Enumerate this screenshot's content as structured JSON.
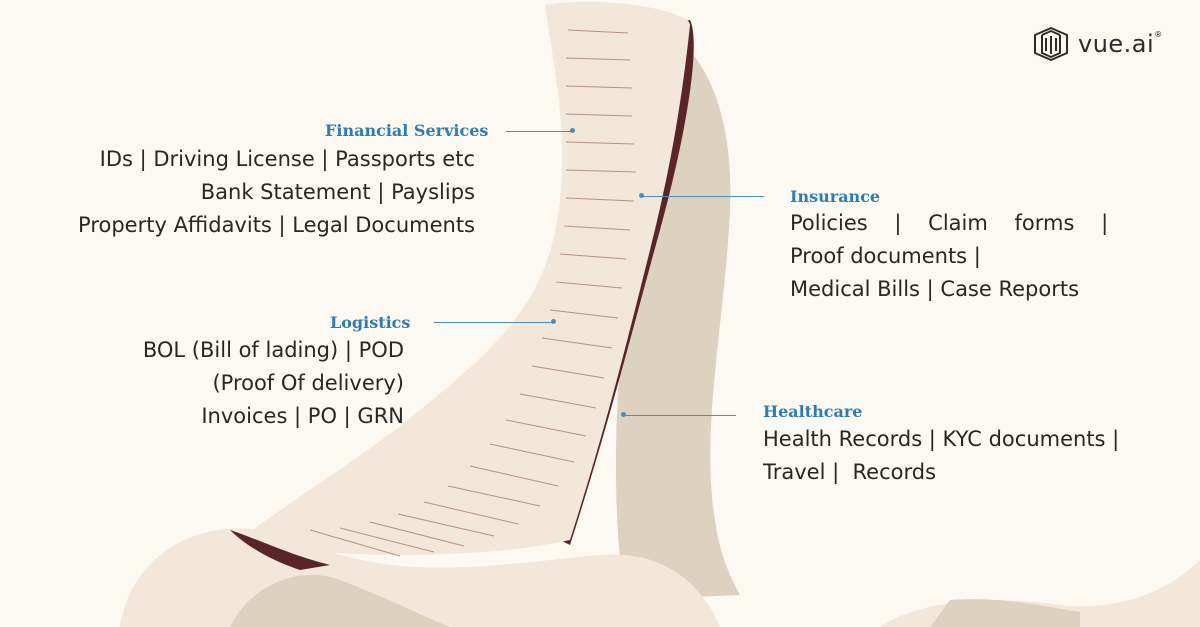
{
  "brand": {
    "name": "vue.ai",
    "registered": "®"
  },
  "colors": {
    "background": "#fcf8f2",
    "paper": "#f2e7d8",
    "paper_shadow": "#ddd1bf",
    "paper_edge": "#5a2526",
    "accent": "#2d7db5",
    "text": "#2b2626"
  },
  "sections": {
    "financial": {
      "title": "Financial Services",
      "lines": [
        "IDs | Driving License | Passports etc",
        "Bank Statement | Payslips",
        "Property Affidavits | Legal Documents"
      ]
    },
    "insurance": {
      "title": "Insurance",
      "lines": [
        "Policies    |    Claim    forms    |",
        "Proof documents |",
        "Medical Bills | Case Reports"
      ]
    },
    "logistics": {
      "title": "Logistics",
      "lines": [
        "BOL (Bill of lading) | POD",
        "(Proof Of delivery)",
        "Invoices | PO | GRN"
      ]
    },
    "healthcare": {
      "title": "Healthcare",
      "lines": [
        "Health Records | KYC documents |",
        "Travel |  Records"
      ]
    }
  }
}
